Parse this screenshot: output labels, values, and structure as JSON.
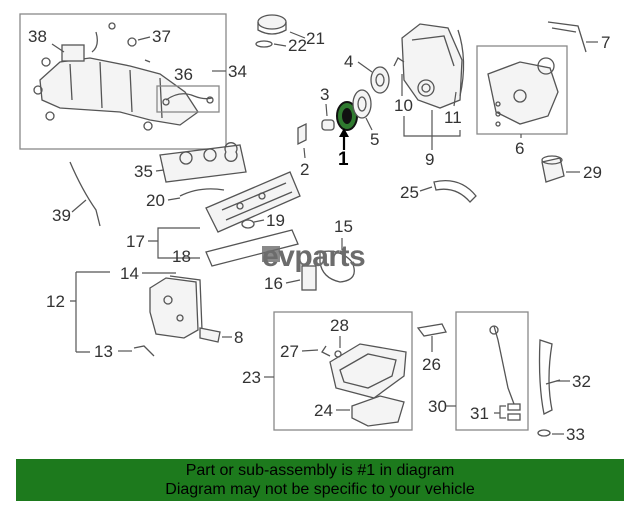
{
  "callouts": {
    "n1": "1",
    "n2": "2",
    "n3": "3",
    "n4": "4",
    "n5": "5",
    "n6": "6",
    "n7": "7",
    "n8": "8",
    "n9": "9",
    "n10": "10",
    "n11": "11",
    "n12": "12",
    "n13": "13",
    "n14": "14",
    "n15": "15",
    "n16": "16",
    "n17": "17",
    "n18": "18",
    "n19": "19",
    "n20": "20",
    "n21": "21",
    "n22": "22",
    "n23": "23",
    "n24": "24",
    "n25": "25",
    "n26": "26",
    "n27": "27",
    "n28": "28",
    "n29": "29",
    "n30": "30",
    "n31": "31",
    "n32": "32",
    "n33": "33",
    "n34": "34",
    "n35": "35",
    "n36": "36",
    "n37": "37",
    "n38": "38",
    "n39": "39"
  },
  "watermark": "evparts",
  "banner": {
    "line1": "Part or sub-assembly is #1 in diagram",
    "line2": "Diagram may not be specific to your vehicle"
  },
  "colors": {
    "banner_bg": "#1d7a1d",
    "highlight_part": "#2f7a2f",
    "line": "#555555"
  }
}
